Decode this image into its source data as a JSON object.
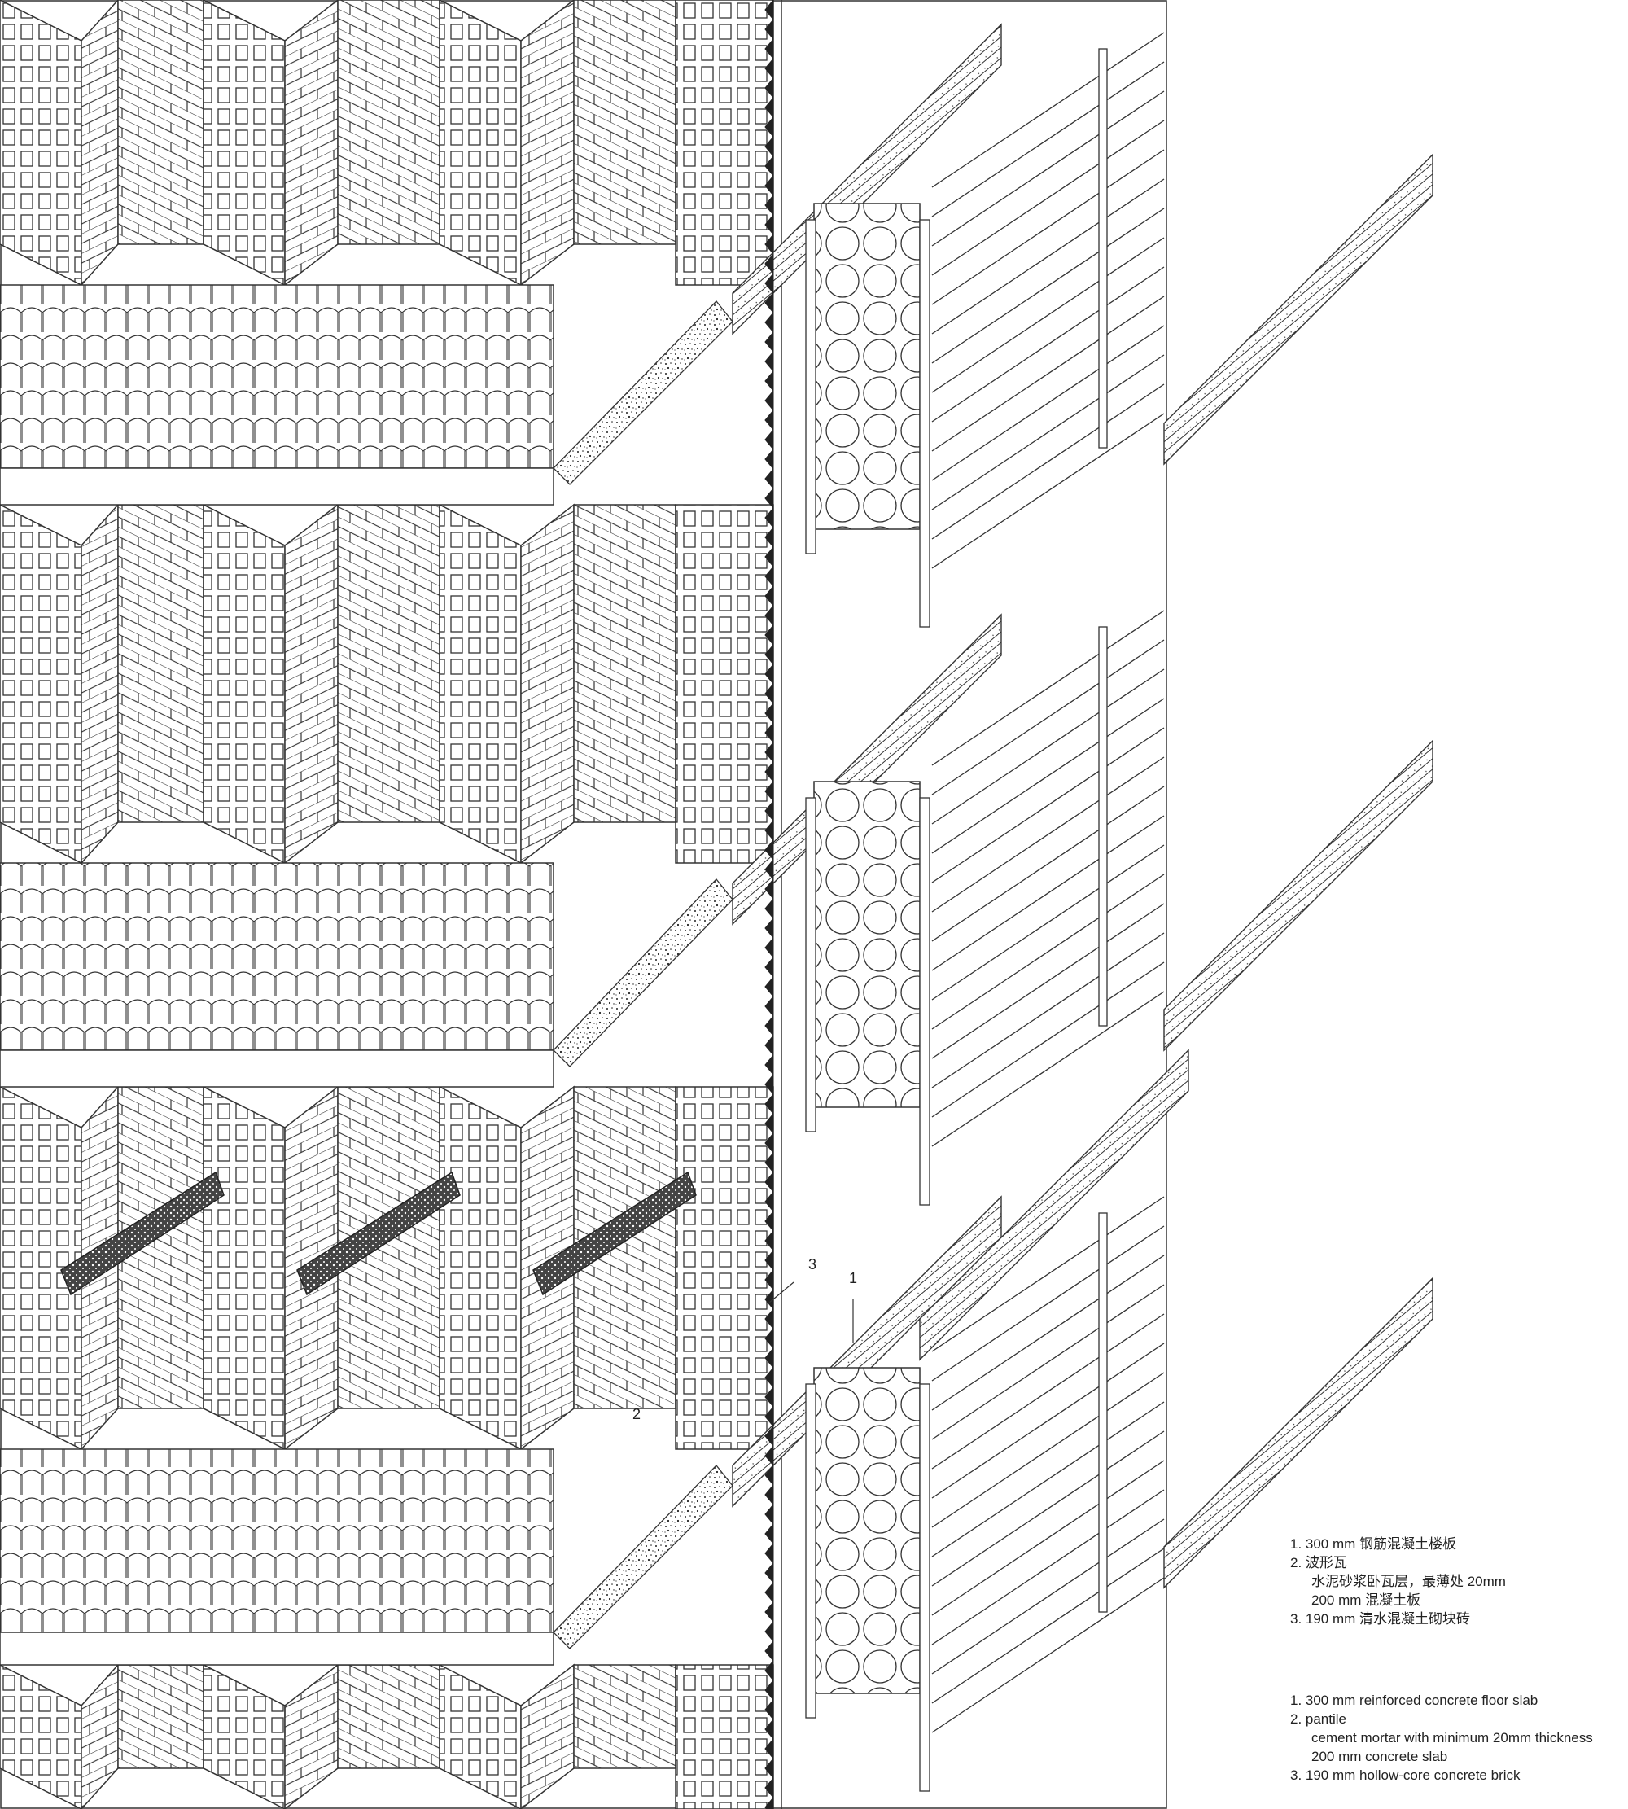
{
  "callouts": {
    "c1": "1",
    "c2": "2",
    "c3": "3"
  },
  "legend_cn": {
    "l1": "1. 300 mm  钢筋混凝土楼板",
    "l2": "2. 波形瓦",
    "l2a": "水泥砂浆卧瓦层，最薄处   20mm",
    "l2b": "200 mm  混凝土板",
    "l3": "3. 190 mm  清水混凝土砌块砖"
  },
  "legend_en": {
    "l1": "1. 300 mm reinforced concrete floor slab",
    "l2": "2. pantile",
    "l2a": "cement mortar with minimum 20mm thickness",
    "l2b": "200 mm concrete slab",
    "l3": "3. 190 mm hollow-core concrete brick"
  }
}
